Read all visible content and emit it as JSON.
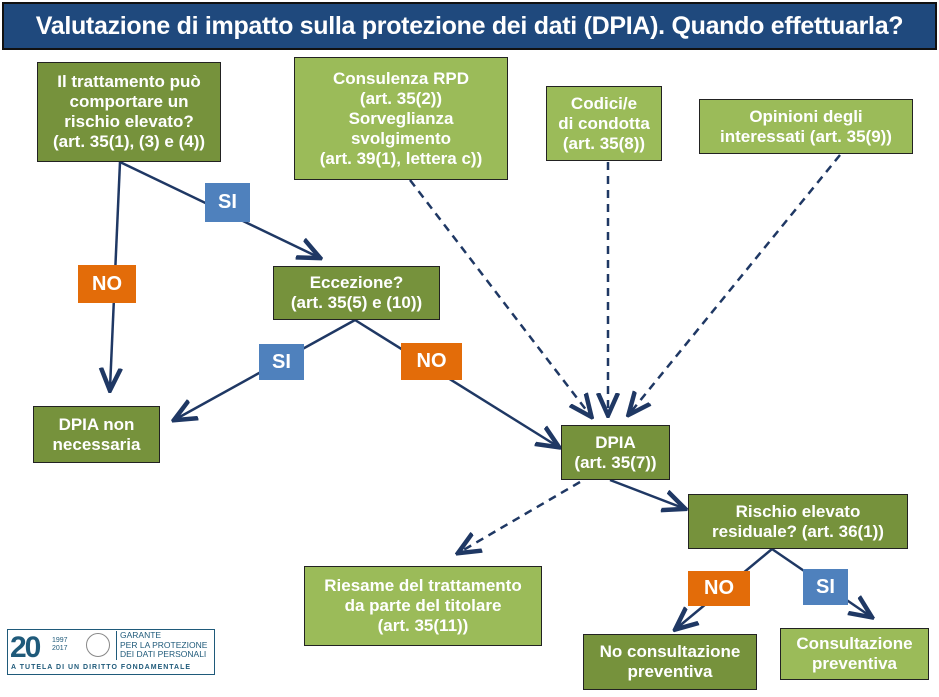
{
  "title": "Valutazione di impatto sulla protezione dei dati (DPIA). Quando effettuarla?",
  "boxes": {
    "rischio": "Il trattamento può\ncomportare un\nrischio elevato?\n(art. 35(1), (3) e (4))",
    "rpd": "Consulenza RPD\n(art. 35(2))\nSorveglianza\nsvolgimento\n(art. 39(1), lettera c))",
    "codici": "Codici/e\ndi condotta\n(art. 35(8))",
    "opinioni": "Opinioni degli\ninteressati (art. 35(9))",
    "eccezione": "Eccezione?\n(art. 35(5) e (10))",
    "non_necessaria": "DPIA non\nnecessaria",
    "dpia": "DPIA\n(art. 35(7))",
    "residuale": "Rischio elevato\nresiduale? (art. 36(1))",
    "riesame": "Riesame del trattamento\nda parte del titolare\n(art. 35(11))",
    "no_consultazione": "No consultazione\npreventiva",
    "consultazione": "Consultazione\npreventiva"
  },
  "labels": {
    "si": "SI",
    "no": "NO"
  },
  "logo": {
    "number": "20",
    "years": "1997\n2017",
    "org": "GARANTE\nPER LA PROTEZIONE\nDEI DATI PERSONALI",
    "tagline": "A TUTELA DI UN DIRITTO FONDAMENTALE"
  },
  "colors": {
    "title_bg": "#1F497D",
    "dark_green": "#76923C",
    "light_green": "#9BBB59",
    "si": "#4F81BD",
    "no": "#E36C09",
    "arrow": "#1F3864"
  }
}
